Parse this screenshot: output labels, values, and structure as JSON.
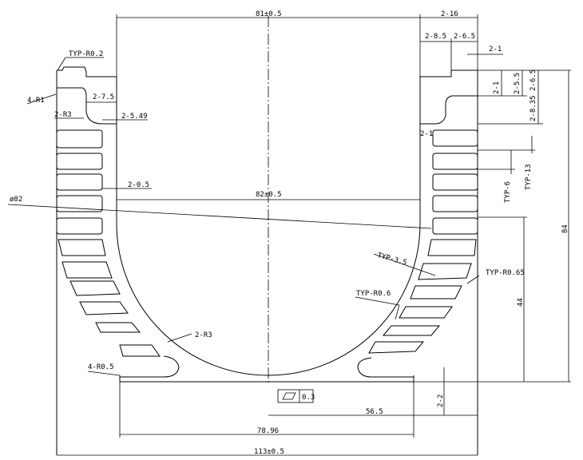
{
  "dimensions": {
    "top_width": "81±0.5",
    "right_top_offset": "2-16",
    "r8_5": "2-8.5",
    "r6_5": "2-6.5",
    "r1_top": "2-1",
    "typ_r02": "TYP-R0.2",
    "r4_r1": "4-R1",
    "r7_5": "2-7.5",
    "r3_left": "2-R3",
    "r5_49": "2-5.49",
    "r0_5": "2-0.5",
    "inner_width": "82±0.5",
    "dia82": "ø82",
    "r1_mid": "2-1",
    "r5_5": "2-5.5",
    "r6_5_v": "2-6.5",
    "r8_35": "2-8.35",
    "r1_side": "2-1",
    "typ6": "TYP-6",
    "typ13": "TYP-13",
    "height84": "84",
    "typ3_5": "TYP-3.5",
    "typ_r065": "TYP-R0.65",
    "typ_r06": "TYP-R0.6",
    "height44": "44",
    "r3_bottom": "2-R3",
    "r4_r05": "4-R0.5",
    "r2_bottom": "2-2",
    "flatness": "0.3",
    "w56_5": "56.5",
    "w78_96": "78.96",
    "total_width": "113±0.5"
  }
}
